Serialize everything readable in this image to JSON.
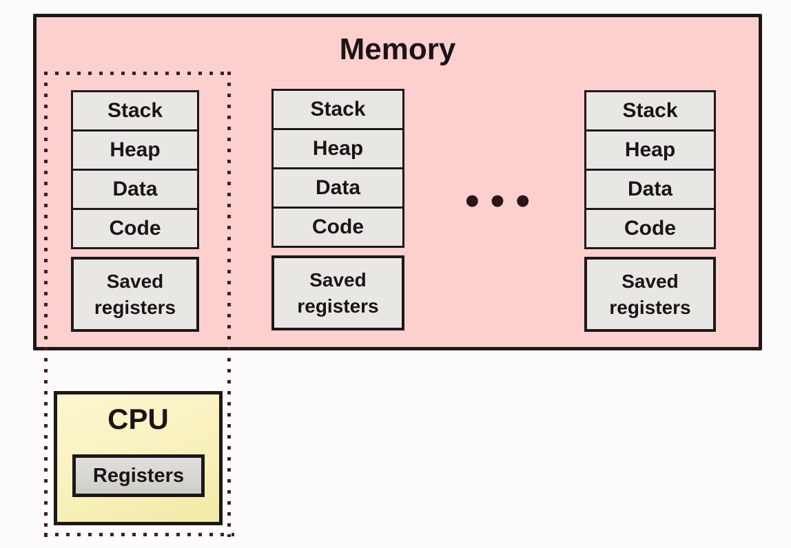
{
  "colors": {
    "page_bg": "#fdfcfa",
    "memory_bg": "#fbd0cf",
    "box_border": "#1d1719",
    "segment_bg": "#e8e7e4",
    "cpu_bg": "#f8f1bd",
    "registers_bg": "#d6d5d2",
    "dot_color": "#3a2225",
    "text_color": "#1b1415"
  },
  "memory": {
    "title": "Memory",
    "ellipsis": "•••",
    "columns": [
      {
        "segments": [
          "Stack",
          "Heap",
          "Data",
          "Code"
        ],
        "saved_registers": "Saved registers"
      },
      {
        "segments": [
          "Stack",
          "Heap",
          "Data",
          "Code"
        ],
        "saved_registers": "Saved registers"
      },
      {
        "segments": [
          "Stack",
          "Heap",
          "Data",
          "Code"
        ],
        "saved_registers": "Saved registers"
      }
    ]
  },
  "cpu": {
    "title": "CPU",
    "registers_label": "Registers"
  }
}
